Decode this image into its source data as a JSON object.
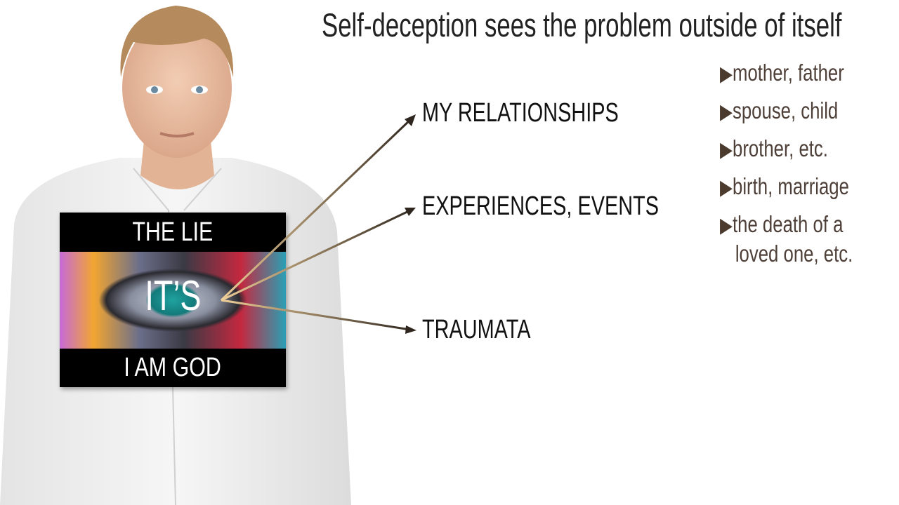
{
  "slide": {
    "title": "Self-deception sees the problem outside of itself",
    "card": {
      "top_text": "THE LIE",
      "middle_text": "IT’S",
      "bottom_text": "I AM GOD"
    },
    "targets": [
      {
        "label": "MY RELATIONSHIPS"
      },
      {
        "label": "EXPERIENCES, EVENTS"
      },
      {
        "label": "TRAUMATA"
      }
    ],
    "bullets": [
      {
        "text": "mother, father"
      },
      {
        "text": "spouse, child"
      },
      {
        "text": "brother, etc."
      },
      {
        "text": "birth, marriage"
      },
      {
        "text": "the death of a",
        "continuation": "loved one, etc."
      }
    ],
    "bullet_marker": "▶",
    "colors": {
      "arrow_start": "#f0cf98",
      "arrow_end": "#2e261f",
      "bullet_text": "#4e4038"
    }
  }
}
